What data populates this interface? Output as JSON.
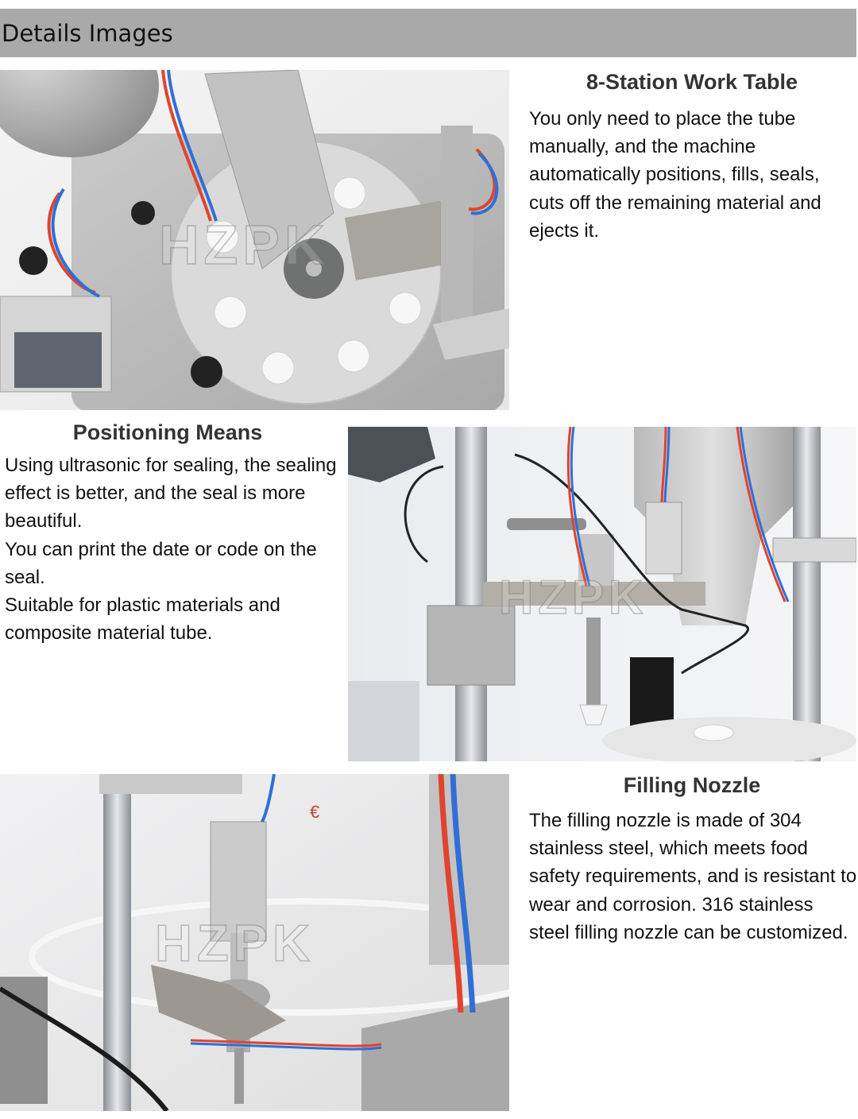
{
  "header": {
    "title": "Details Images"
  },
  "sections": [
    {
      "title": "8-Station Work Table",
      "body": "You only need to place the tube manually, and the machine automatically positions, fills, seals, cuts off the remaining material and ejects it.",
      "image_alt": "Top view of 8-station rotary work table of tube filling machine",
      "watermark": "HZPK"
    },
    {
      "title": "Positioning Means",
      "paragraphs": [
        "Using ultrasonic for sealing, the sealing effect is better, and the seal is more beautiful.",
        "You can print the date or code on the seal.",
        "Suitable for plastic materials and composite material tube."
      ],
      "image_alt": "Close-up of positioning mechanism with sensor and pressing head",
      "watermark": "HZPK"
    },
    {
      "title": "Filling Nozzle",
      "body": "The filling nozzle is made of 304 stainless steel, which meets food safety requirements, and is resistant to wear and corrosion. 316 stainless steel filling nozzle can be customized.",
      "image_alt": "Close-up of stainless steel filling nozzle with pneumatic cylinder",
      "watermark": "HZPK"
    }
  ],
  "colors": {
    "header_bg": "#a9a9a9",
    "heading_text": "#333333",
    "body_text": "#111111",
    "hose_red": "#e0442e",
    "hose_blue": "#2f6fd6"
  }
}
